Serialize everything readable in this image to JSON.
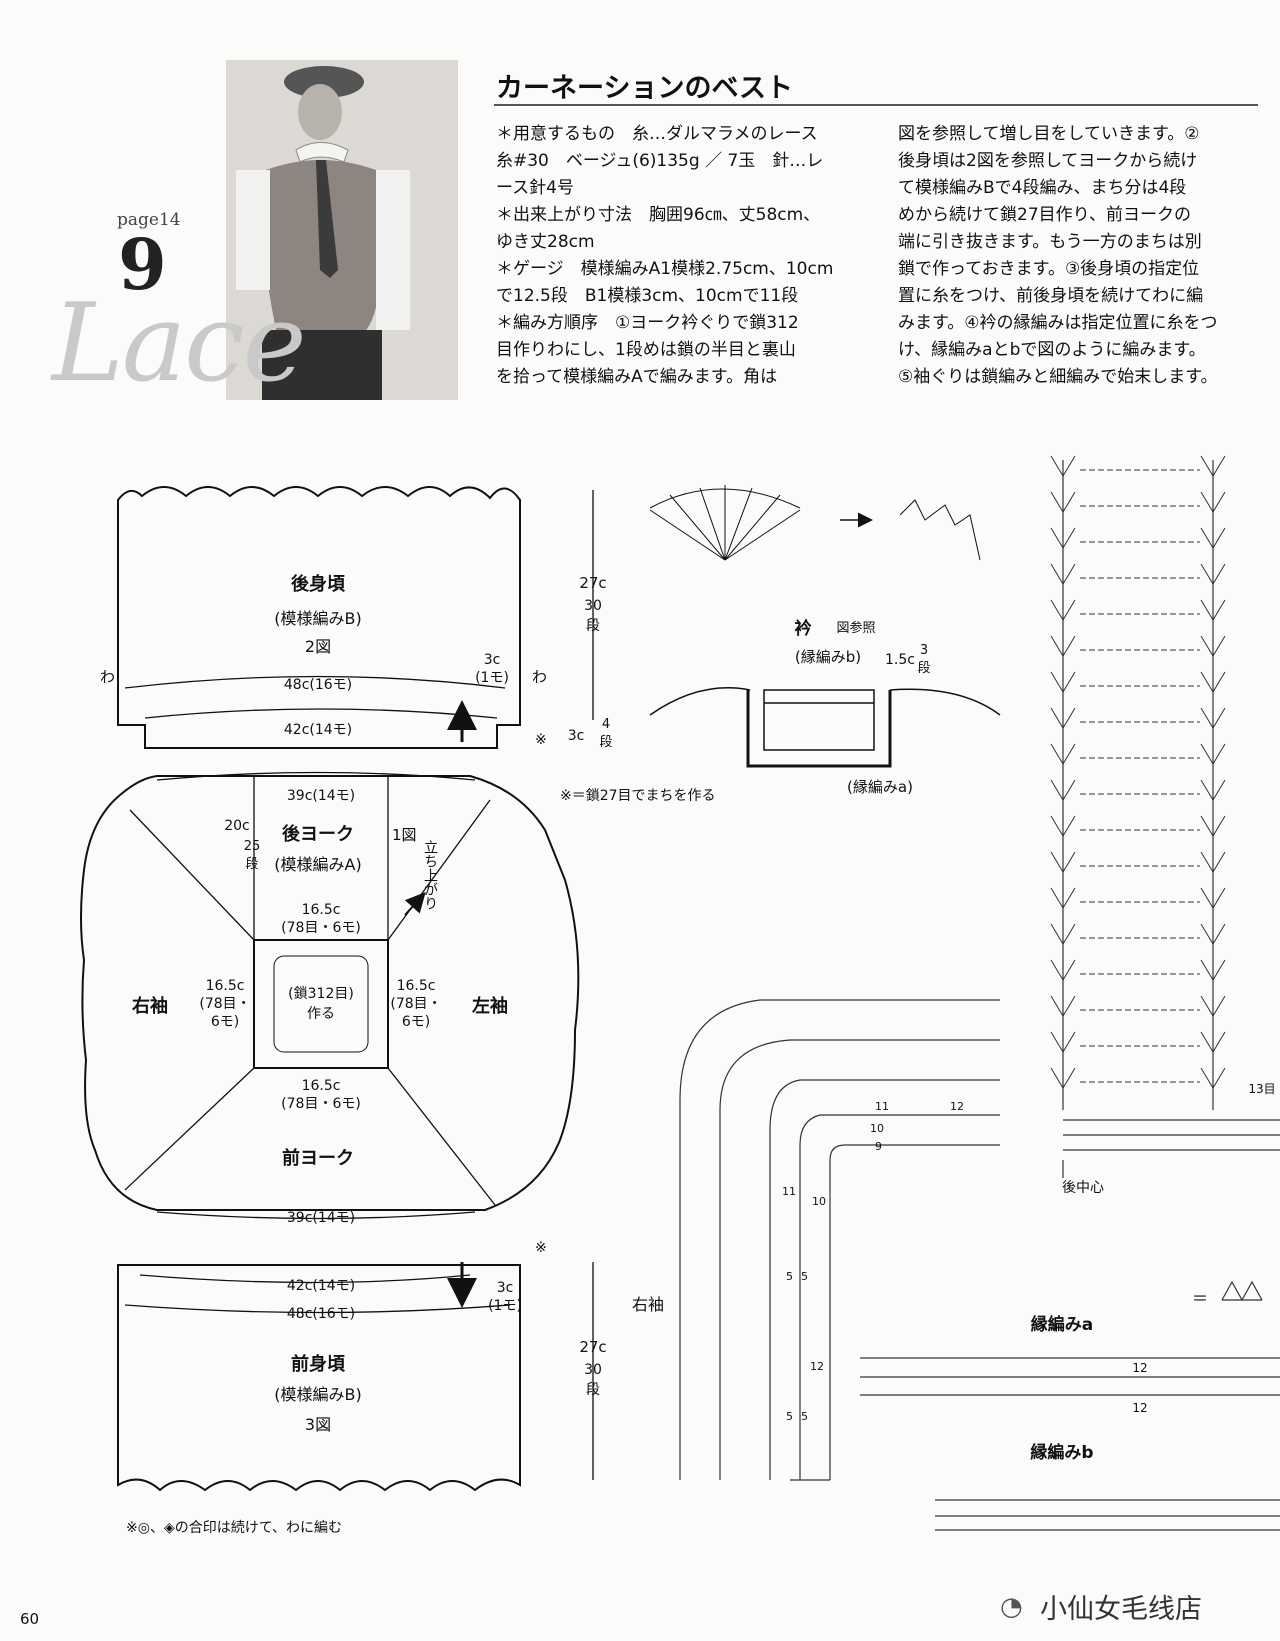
{
  "header": {
    "page_ref": "page14",
    "pattern_number": "9",
    "decor_word": "Lace",
    "title": "カーネーションのベスト"
  },
  "instructions": {
    "col1": [
      "＊用意するもの　糸…ダルマラメのレース",
      "糸#30　ベージュ(6)135g ／ 7玉　針…レ",
      "ース針4号",
      "＊出来上がり寸法　胸囲96㎝、丈58cm、",
      "ゆき丈28cm",
      "＊ゲージ　模様編みA1模様2.75cm、10cm",
      "で12.5段　B1模様3cm、10cmで11段",
      "＊編み方順序　①ヨーク衿ぐりで鎖312",
      "目作りわにし、1段めは鎖の半目と裏山",
      "を拾って模様編みAで編みます。角は"
    ],
    "col2": [
      "図を参照して増し目をしていきます。②",
      "後身頃は2図を参照してヨークから続け",
      "て模様編みBで4段編み、まち分は4段",
      "めから続けて鎖27目作り、前ヨークの",
      "端に引き抜きます。もう一方のまちは別",
      "鎖で作っておきます。③後身頃の指定位",
      "置に糸をつけ、前後身頃を続けてわに編",
      "みます。④衿の縁編みは指定位置に糸をつ",
      "け、縁編みaとbで図のように編みます。",
      "⑤袖ぐりは鎖編みと細編みで始末します。"
    ]
  },
  "schematic": {
    "back_body": {
      "name": "後身頃",
      "stitch": "(模様編みB)",
      "fig": "2図"
    },
    "front_body": {
      "name": "前身頃",
      "stitch": "(模様編みB)",
      "fig": "3図"
    },
    "back_yoke": {
      "name": "後ヨーク",
      "stitch": "(模様編みA)"
    },
    "front_yoke": {
      "name": "前ヨーク"
    },
    "right_sleeve": "右袖",
    "left_sleeve": "左袖",
    "wa": "わ",
    "dim_48": "48c(16モ)",
    "dim_42": "42c(14モ)",
    "dim_39": "39c(14モ)",
    "dim_3c": "3c",
    "dim_1mo": "(1モ)",
    "dim_20c": "20c",
    "dim_25": "25",
    "dim_dan": "段",
    "fig1": "1図",
    "tachiagari": "立ち上がり",
    "dim_165": "16.5c",
    "dim_78": "(78目・6モ)",
    "dim_78a": "(78目・",
    "dim_6mo": "6モ)",
    "center_a": "(鎖312目)",
    "center_b": "作る",
    "dim_27c": "27c",
    "dim_30": "30",
    "dim_4": "4",
    "note_gusset": "※＝鎖27目でまちを作る",
    "note_join": "※◎、◈の合印は続けて、わに編む",
    "mark_kome": "※"
  },
  "collar": {
    "label": "衿",
    "ref": "図参照",
    "edge_b": "(縁編みb)",
    "edge_a": "(縁編みa)",
    "dim_15": "1.5c",
    "dim_3": "3",
    "dim_dan": "段"
  },
  "chart": {
    "back_center": "後中心",
    "right_sleeve": "右袖",
    "row_13": "13目",
    "rows": [
      "11",
      "12",
      "10",
      "9",
      "11",
      "10",
      "5",
      "5",
      "12",
      "5",
      "5"
    ]
  },
  "edging": {
    "a_title": "縁編みa",
    "b_title": "縁編みb",
    "equals": "＝",
    "num_12": "12"
  },
  "footer": {
    "page_number": "60",
    "watermark": "小仙女毛线店"
  }
}
